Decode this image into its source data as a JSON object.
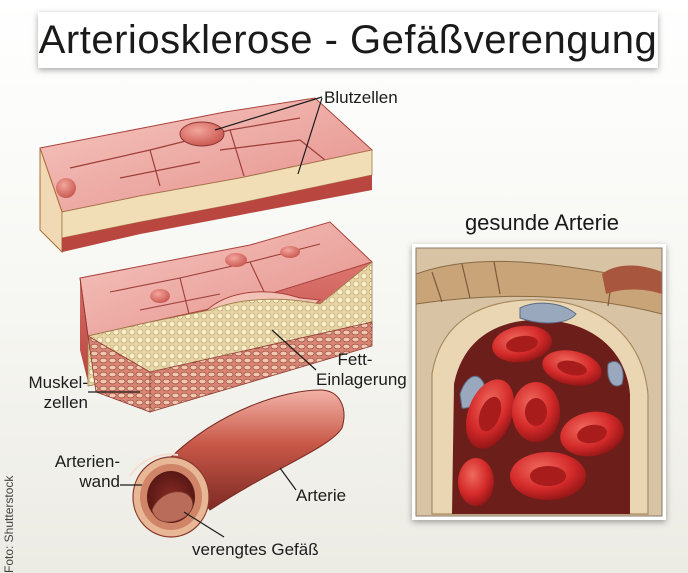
{
  "title": "Arteriosklerose - Gefäßverengung",
  "subtitle": "gesunde Arterie",
  "labels": {
    "blutzellen": "Blutzellen",
    "fett_line1": "Fett-",
    "fett_line2": "Einlagerung",
    "muskel_line1": "Muskel-",
    "muskel_line2": "zellen",
    "wand_line1": "Arterien-",
    "wand_line2": "wand",
    "arterie": "Arterie",
    "verengt": "verengtes Gefäß"
  },
  "credit": "Foto: Shutterstock",
  "colors": {
    "tissue_light": "#f2b9b2",
    "tissue_dark": "#c2524f",
    "fat": "#efe2b4",
    "blood_red": "#d42a2a",
    "platelet": "#9aa8be",
    "wall_tan": "#e6c69c"
  }
}
